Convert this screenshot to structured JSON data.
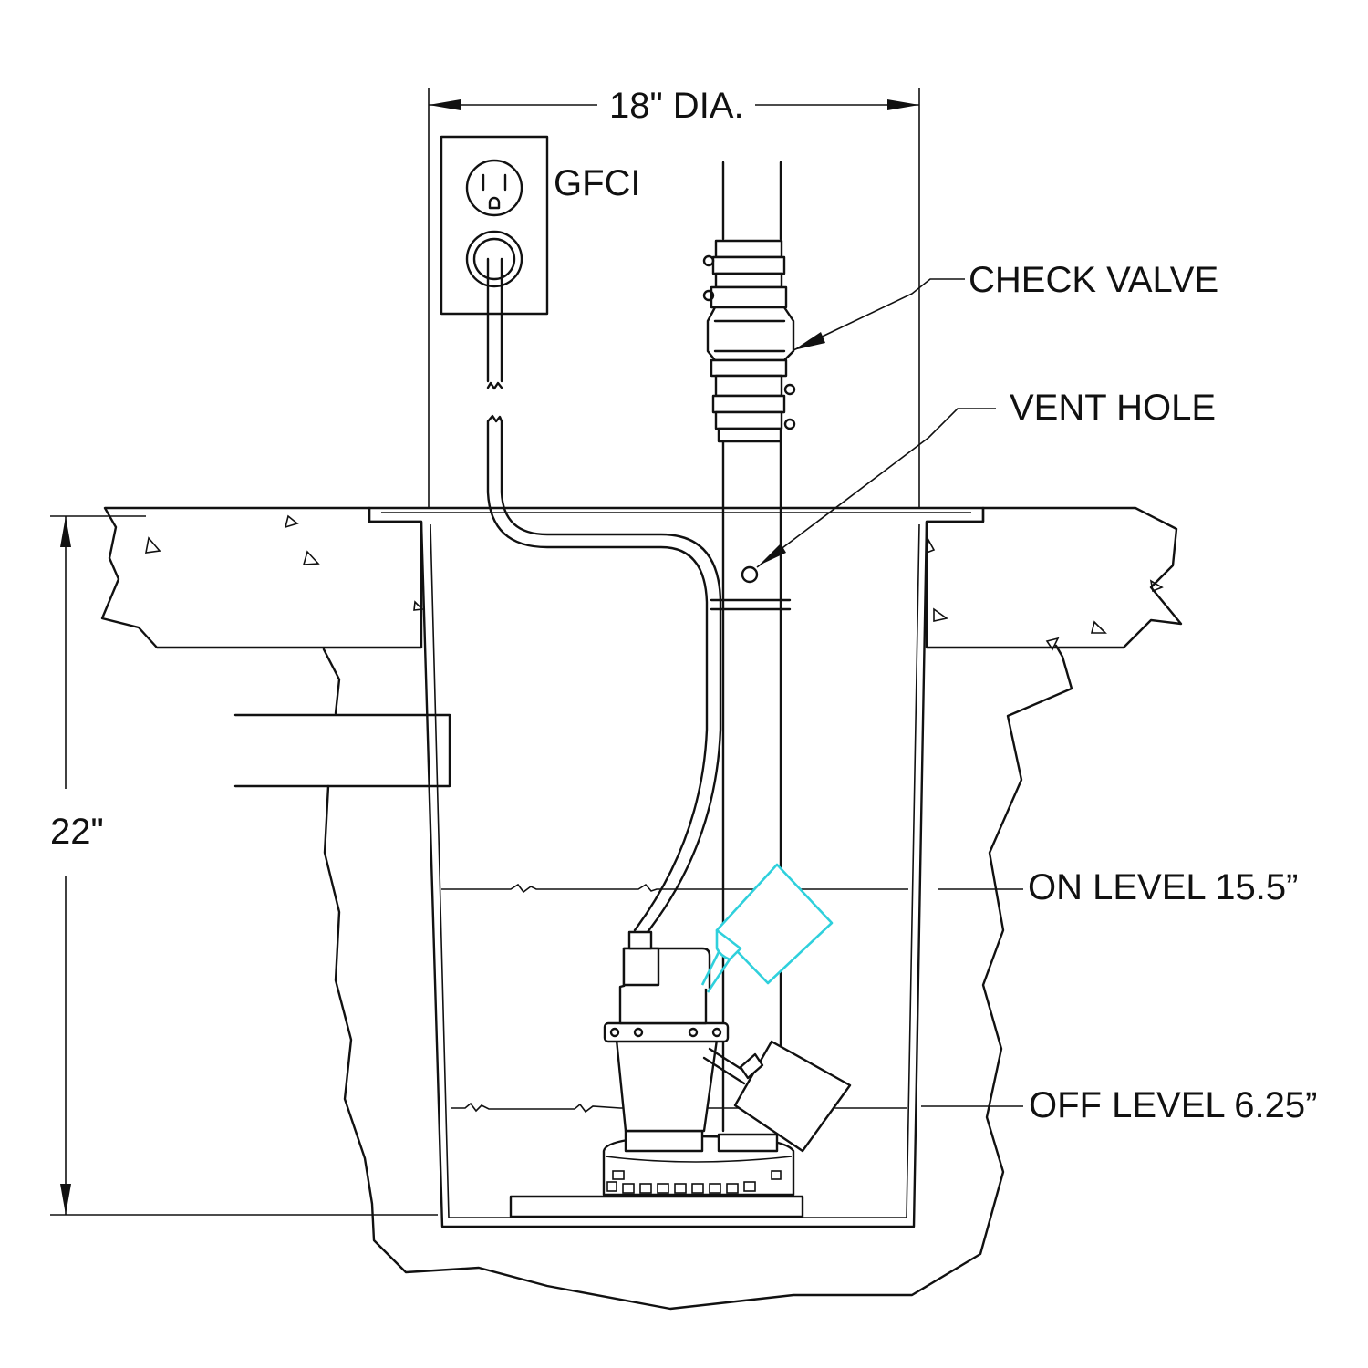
{
  "diagram": {
    "labels": {
      "diameter": "18\" DIA.",
      "gfci": "GFCI",
      "check_valve": "CHECK VALVE",
      "vent_hole": "VENT HOLE",
      "on_level": "ON LEVEL 15.5”",
      "off_level": "OFF LEVEL 6.25”",
      "depth": "22\""
    },
    "colors": {
      "line": "#111111",
      "float_raised": "#2fd0dc"
    }
  }
}
